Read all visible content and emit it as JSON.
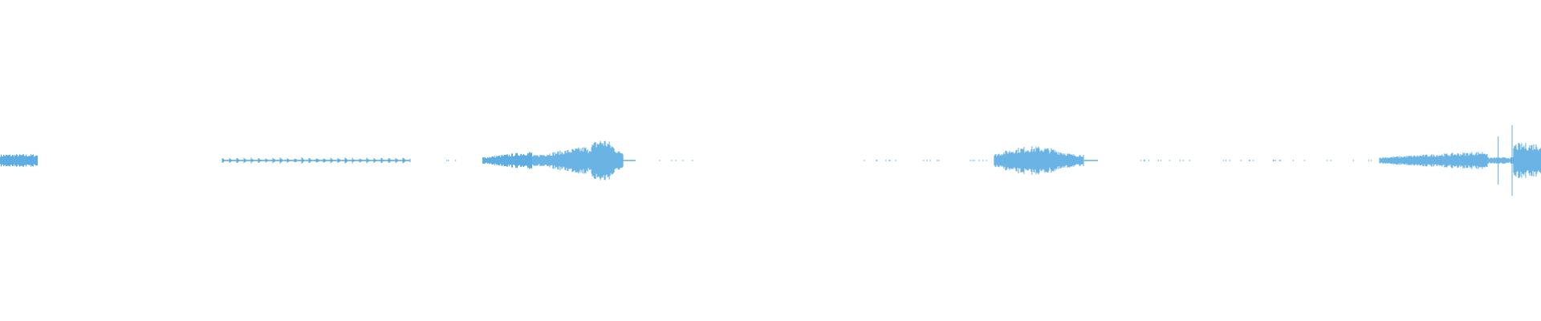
{
  "waveform": {
    "color": "#5dade2",
    "background": "#ffffff",
    "duration": 1,
    "segments": [
      {
        "start": 0.0,
        "end": 0.024,
        "amp": 0.04,
        "shape": "flat"
      },
      {
        "start": 0.144,
        "end": 0.266,
        "amp": 0.02,
        "shape": "pulses"
      },
      {
        "start": 0.272,
        "end": 0.3,
        "amp": 0.003,
        "shape": "dots"
      },
      {
        "start": 0.313,
        "end": 0.345,
        "amp": 0.06,
        "shape": "rise"
      },
      {
        "start": 0.345,
        "end": 0.38,
        "amp": 0.09,
        "shape": "rise"
      },
      {
        "start": 0.38,
        "end": 0.404,
        "amp": 0.14,
        "shape": "swell"
      },
      {
        "start": 0.404,
        "end": 0.412,
        "amp": 0.003,
        "shape": "flat"
      },
      {
        "start": 0.42,
        "end": 0.45,
        "amp": 0.003,
        "shape": "dots"
      },
      {
        "start": 0.557,
        "end": 0.64,
        "amp": 0.003,
        "shape": "dots"
      },
      {
        "start": 0.645,
        "end": 0.703,
        "amp": 0.09,
        "shape": "swell"
      },
      {
        "start": 0.703,
        "end": 0.712,
        "amp": 0.003,
        "shape": "flat"
      },
      {
        "start": 0.74,
        "end": 0.89,
        "amp": 0.003,
        "shape": "dots"
      },
      {
        "start": 0.895,
        "end": 0.965,
        "amp": 0.06,
        "shape": "rise"
      },
      {
        "start": 0.965,
        "end": 0.982,
        "amp": 0.02,
        "shape": "flat"
      },
      {
        "start": 0.982,
        "end": 1.0,
        "amp": 0.11,
        "shape": "flat"
      }
    ],
    "spikes": [
      {
        "t": 0.972,
        "amp": 0.15
      },
      {
        "t": 0.981,
        "amp": 0.22
      }
    ]
  }
}
